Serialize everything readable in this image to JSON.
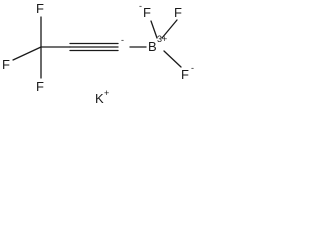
{
  "molecule": {
    "atoms": {
      "fluorine_1": "F",
      "fluorine_2": "F",
      "fluorine_3": "F",
      "boron": "B",
      "boron_charge": "3+",
      "boron_fluorine_1": "F",
      "boron_fluorine_1_charge": "-",
      "boron_fluorine_2": "F",
      "boron_fluorine_3": "F",
      "boron_fluorine_3_charge": "-",
      "carbanion_charge": "-"
    },
    "counterion": {
      "symbol": "K",
      "charge": "+"
    }
  }
}
